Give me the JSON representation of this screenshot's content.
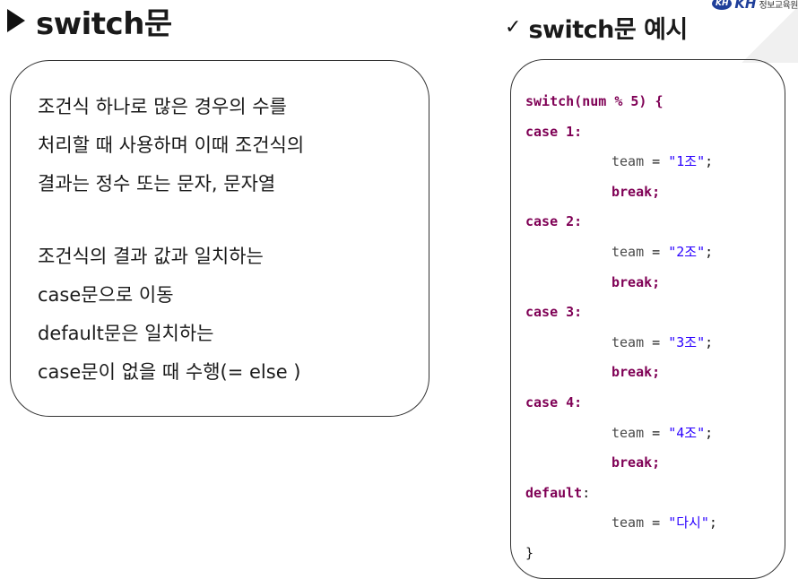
{
  "header": {
    "logo_mark": "KH",
    "logo_text": "KH",
    "logo_sub": "정보교육원"
  },
  "title_left": "switch문",
  "title_right": "switch문 예시",
  "description": {
    "para1": [
      "조건식 하나로 많은 경우의 수를",
      "처리할 때 사용하며 이때 조건식의",
      "결과는 정수 또는 문자, 문자열"
    ],
    "para2": [
      "조건식의 결과 값과 일치하는",
      "case문으로 이동",
      "default문은 일치하는",
      "case문이 없을 때 수행(= else )"
    ]
  },
  "code": {
    "switch_kw": "switch",
    "switch_rest": "(num % 5) {",
    "case_kw": "case",
    "labels": [
      "1:",
      "2:",
      "3:",
      "4:"
    ],
    "team_var": "team",
    "assign": " = ",
    "values": [
      "\"1조\"",
      "\"2조\"",
      "\"3조\"",
      "\"4조\""
    ],
    "default_value": "\"다시\"",
    "semicolon": ";",
    "break_kw": "break",
    "default_kw": "default",
    "colon": ":",
    "close": "}"
  }
}
